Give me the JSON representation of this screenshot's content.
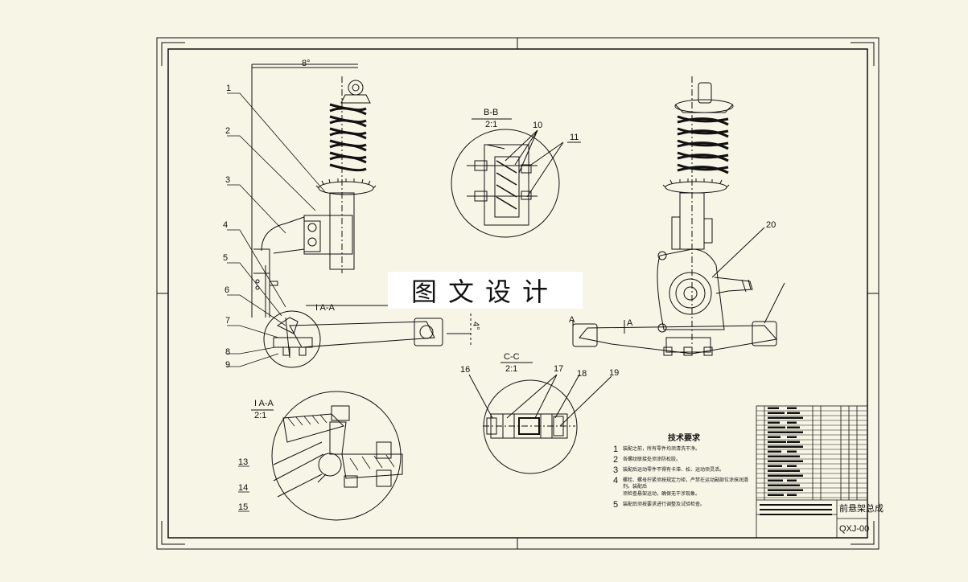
{
  "watermark": "图文设计",
  "angles": {
    "top": "8°",
    "side": "4°"
  },
  "views": {
    "bb": {
      "title": "B-B",
      "scale": "2:1"
    },
    "cc": {
      "title": "C-C",
      "scale": "2:1"
    },
    "ia_small": {
      "title": "I A-A"
    },
    "ia": {
      "title": "I A-A",
      "scale": "2:1"
    }
  },
  "section_marks": {
    "left": "A",
    "right": "A"
  },
  "callouts": {
    "c1": "1",
    "c2": "2",
    "c3": "3",
    "c4": "4",
    "c5": "5",
    "c6": "6",
    "c7": "7",
    "c8": "8",
    "c9": "9",
    "c10": "10",
    "c11": "11",
    "c13": "13",
    "c14": "14",
    "c15": "15",
    "c16": "16",
    "c17": "17",
    "c18": "18",
    "c19": "19",
    "c20": "20"
  },
  "tech_requirements": {
    "title": "技术要求",
    "items": [
      {
        "num": "1",
        "text": "装配之前，所有零件均须清洗干净。"
      },
      {
        "num": "2",
        "text": "各螺纹联接处须涂防松胶。"
      },
      {
        "num": "3",
        "text": "装配后运动零件不得有卡滞、松、运动须灵活。"
      },
      {
        "num": "4",
        "text": "螺栓、螺母拧紧须按规定力矩，严禁在运动副部位涂抹润滑剂。装配后"
      },
      {
        "num": "",
        "text": "须检查悬架运动，确保无干涉现象。"
      },
      {
        "num": "5",
        "text": "装配后须按要求进行调整及试验检查。"
      }
    ]
  },
  "title_block": {
    "name": "前悬架总成",
    "code": "QXJ-00"
  }
}
